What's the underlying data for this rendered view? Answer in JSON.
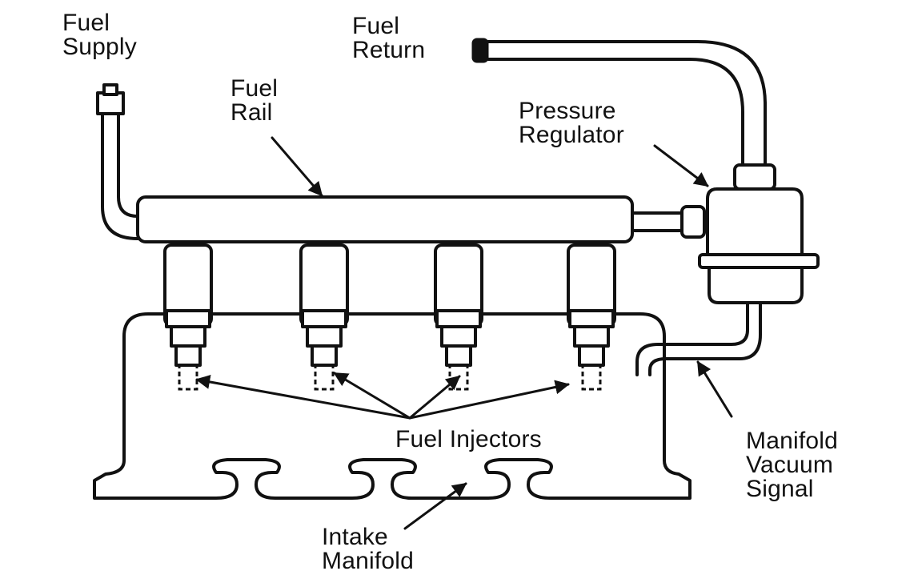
{
  "labels": {
    "fuel_supply": [
      "Fuel",
      "Supply"
    ],
    "fuel_return": [
      "Fuel",
      "Return"
    ],
    "fuel_rail": [
      "Fuel",
      "Rail"
    ],
    "pressure_regulator": [
      "Pressure",
      "Regulator"
    ],
    "fuel_injectors": "Fuel Injectors",
    "intake_manifold": [
      "Intake",
      "Manifold"
    ],
    "manifold_vacuum_signal": [
      "Manifold",
      "Vacuum",
      "Signal"
    ]
  },
  "colors": {
    "line": "#111111",
    "background": "#ffffff"
  }
}
